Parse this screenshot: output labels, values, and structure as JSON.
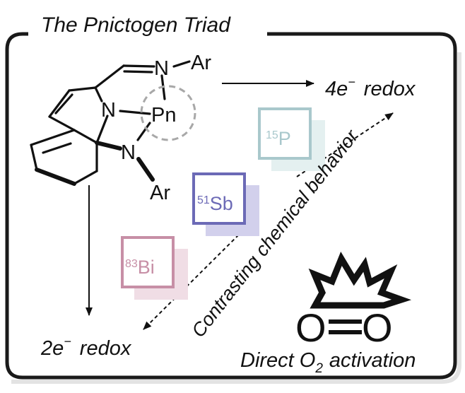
{
  "frame": {
    "title": "The Pnictogen Triad"
  },
  "molecule": {
    "atom_n_top": "N",
    "atom_n_mid": "N",
    "atom_n_low": "N",
    "ar_top": "Ar",
    "ar_low": "Ar",
    "center": "Pn"
  },
  "elements": [
    {
      "mass": "15",
      "symbol": "P",
      "color": "#a9c8cc",
      "shadow": "#e4f0f0"
    },
    {
      "mass": "51",
      "symbol": "Sb",
      "color": "#6c6ab6",
      "shadow": "#d2d0ec"
    },
    {
      "mass": "83",
      "symbol": "Bi",
      "color": "#c78fa6",
      "shadow": "#f0dde5"
    }
  ],
  "labels": {
    "redox4": {
      "prefix": "4e",
      "sup": "−",
      "suffix": "redox"
    },
    "redox2": {
      "prefix": "2e",
      "sup": "−",
      "suffix": "redox"
    },
    "contrast": "Contrasting chemical behavior",
    "o2": {
      "prefix": "Direct O",
      "sub": "2",
      "suffix": "activation"
    },
    "o_left": "O",
    "o_right": "O"
  }
}
